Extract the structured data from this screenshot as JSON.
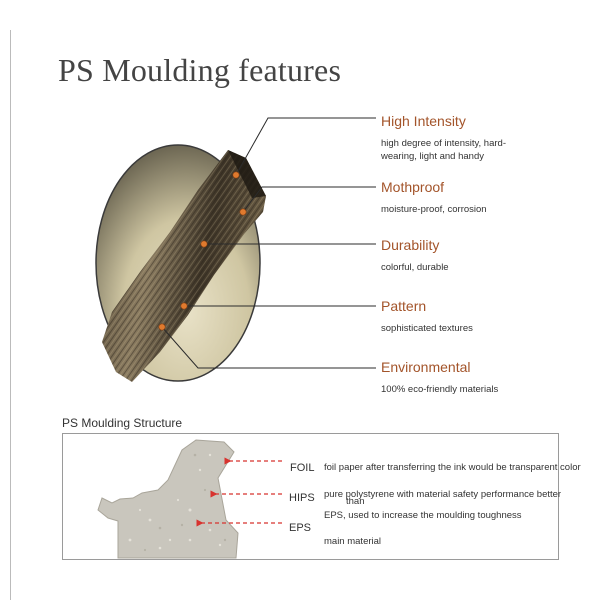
{
  "title": "PS Moulding features",
  "features": [
    {
      "heading": "High Intensity",
      "desc": "high degree of intensity, hard-wearing, light and handy"
    },
    {
      "heading": "Mothproof",
      "desc": "moisture-proof, corrosion"
    },
    {
      "heading": "Durability",
      "desc": "colorful, durable"
    },
    {
      "heading": "Pattern",
      "desc": "sophisticated textures"
    },
    {
      "heading": "Environmental",
      "desc": "100% eco-friendly materials"
    }
  ],
  "structure": {
    "title": "PS Moulding Structure",
    "layers": [
      {
        "label": "FOIL",
        "desc": "foil paper after transferring the ink would be transparent color"
      },
      {
        "label": "HIPS",
        "desc": "pure polystyrene with material safety performance better",
        "overlap": "than"
      },
      {
        "label": "EPS",
        "desc": "EPS, used  to increase the moulding toughness",
        "desc2": "main material"
      }
    ]
  },
  "colors": {
    "heading": "#a3542a",
    "arrow": "#d8332f",
    "dot": "#e07a2e"
  }
}
